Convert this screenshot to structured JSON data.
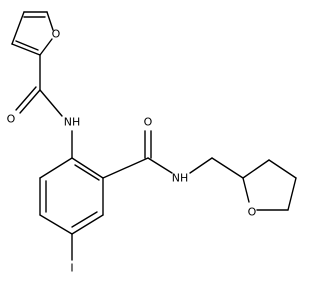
{
  "molecule": {
    "atom_labels": {
      "furan_o": "O",
      "carbonyl1_o": "O",
      "amide1_nh": "NH",
      "carbonyl2_o": "O",
      "amide2_nh": "NH",
      "thf_o": "O",
      "iodine": "I"
    },
    "colors": {
      "bond": "#000000",
      "label": "#000000",
      "background": "#ffffff"
    }
  }
}
